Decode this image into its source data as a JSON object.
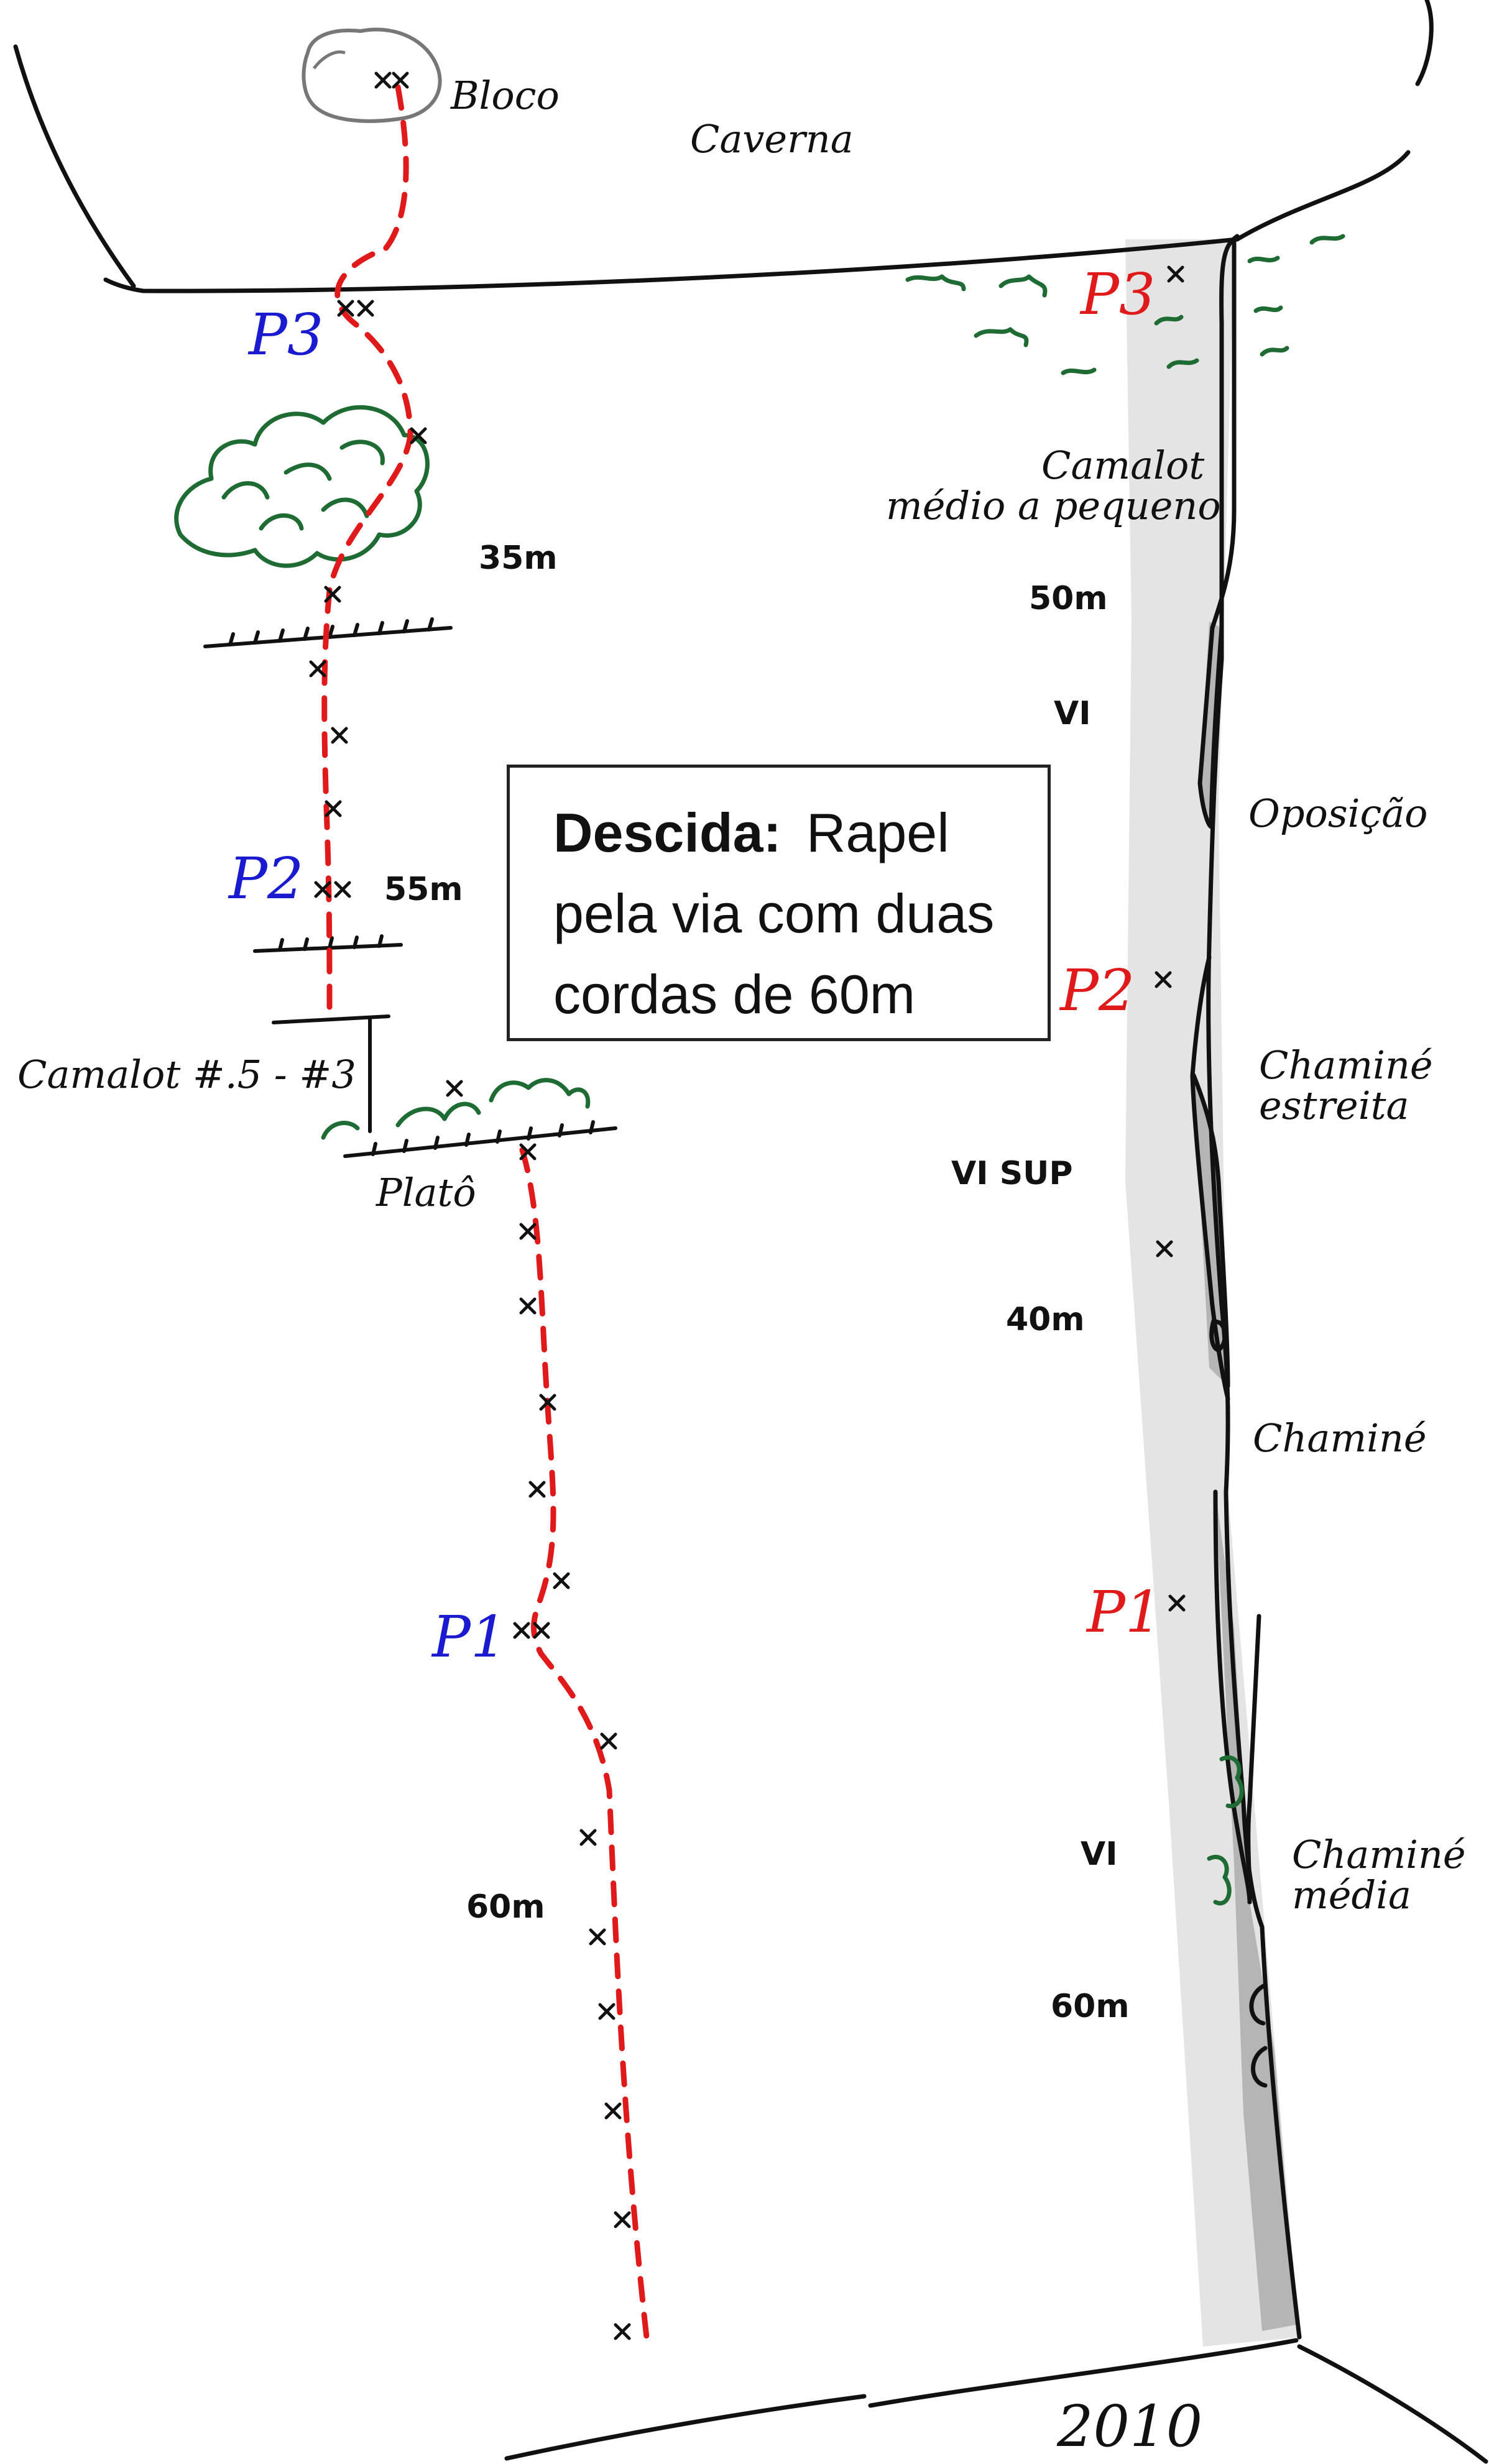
{
  "diagram": {
    "labels": {
      "bloco": "Bloco",
      "caverna": "Caverna",
      "camalot_left": "Camalot #.5 - #3",
      "plato": "Platô",
      "camalot_right_1": "Camalot",
      "camalot_right_2": "médio a pequeno",
      "oposicao": "Oposição",
      "chamine_estreita_1": "Chaminé",
      "chamine_estreita_2": "estreita",
      "chamine": "Chaminé",
      "chamine_media_1": "Chaminé",
      "chamine_media_2": "média",
      "year": "2010"
    },
    "left_route": {
      "anchors": [
        "P3",
        "P2",
        "P1"
      ],
      "lengths": [
        "35m",
        "55m",
        "60m"
      ]
    },
    "right_route": {
      "anchors": [
        "P3",
        "P2",
        "P1"
      ],
      "lengths": [
        "50m",
        "40m",
        "60m"
      ],
      "grades": [
        "VI",
        "VI SUP",
        "VI"
      ]
    },
    "descent": {
      "title": "Descida:",
      "line1": "Rapel",
      "line2": "pela via com duas",
      "line3": "cordas de 60m"
    },
    "colors": {
      "route": "#e01a1a",
      "anchor_left": "#1a1ad0",
      "anchor_right": "#e01a1a",
      "vegetation": "#1f6b34",
      "rock_shade": "#e4e4e4",
      "crack_shade": "#b5b5b5"
    }
  }
}
